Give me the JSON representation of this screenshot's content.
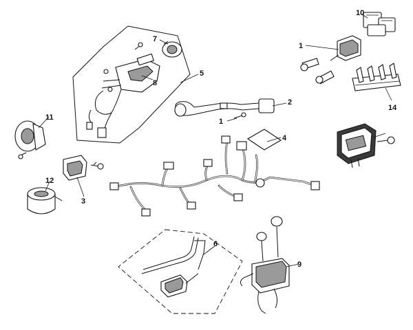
{
  "callouts": {
    "c1a": "1",
    "c1b": "1",
    "c2": "2",
    "c3": "3",
    "c4": "4",
    "c5": "5",
    "c6": "6",
    "c7": "7",
    "c8": "8",
    "c9": "9",
    "c10": "10",
    "c11": "11",
    "c12": "12",
    "c14": "14"
  }
}
